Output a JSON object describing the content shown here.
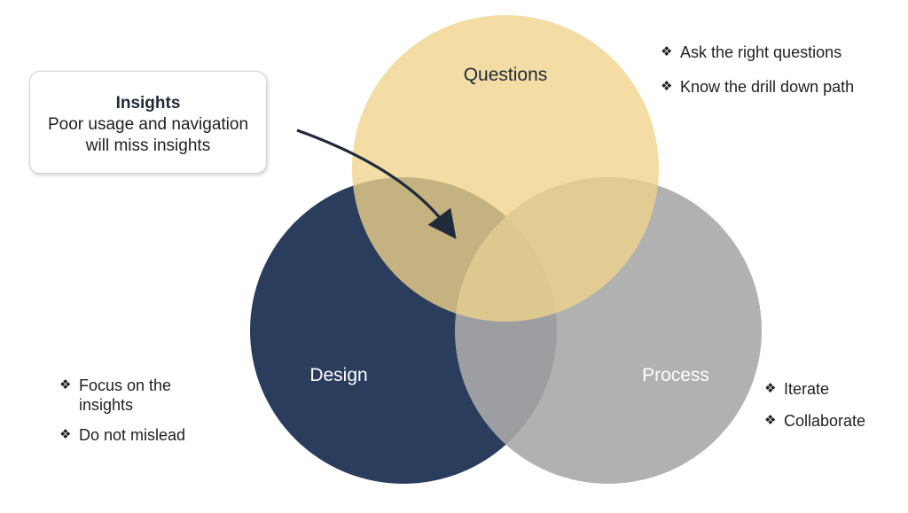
{
  "callout": {
    "title": "Insights",
    "line1": "Poor usage and navigation",
    "line2": "will miss insights"
  },
  "circles": {
    "questions": {
      "label": "Questions",
      "color": "#f0d48a",
      "text_color": "#1f2a3a"
    },
    "design": {
      "label": "Design",
      "color": "#2a3d5c",
      "text_color": "#ffffff"
    },
    "process": {
      "label": "Process",
      "color": "#a9a9a9",
      "text_color": "#ffffff"
    }
  },
  "bullets": {
    "questions": [
      "Ask the right questions",
      "Know the drill down path"
    ],
    "design": [
      "Focus on the insights",
      "Do not mislead"
    ],
    "process": [
      "Iterate",
      "Collaborate"
    ]
  },
  "icons": {
    "bullet": "diamond-bullet-icon",
    "pointer": "curved-arrow-icon"
  }
}
